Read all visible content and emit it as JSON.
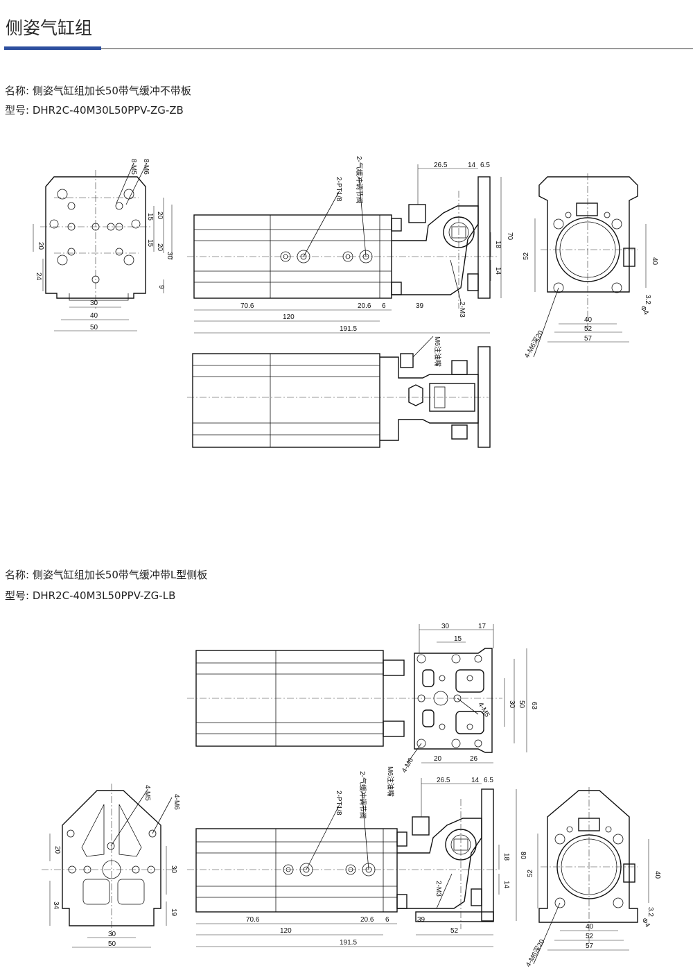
{
  "page": {
    "title": "侧姿气缸组"
  },
  "sections": [
    {
      "name_line": "名称: 侧姿气缸组加长50带气缓冲不带板",
      "model_line": "型号: DHR2C-40M30L50PPV-ZG-ZB",
      "front": {
        "dims": [
          "30",
          "40",
          "50",
          "20",
          "24",
          "15",
          "20",
          "15",
          "20",
          "30",
          "9"
        ],
        "labels": [
          "8-M5",
          "8-M6"
        ]
      },
      "side": {
        "dims": [
          "26.5",
          "14",
          "6.5",
          "70",
          "18",
          "14",
          "70.6",
          "20.6",
          "6",
          "39",
          "120",
          "191.5"
        ],
        "labels": [
          "2-PT1/8",
          "2-气缓冲调节阀",
          "2-M3"
        ]
      },
      "end": {
        "dims": [
          "52",
          "40",
          "3.2",
          "40",
          "52",
          "57"
        ],
        "labels": [
          "4-M6深20",
          "Φ4"
        ]
      },
      "top": {
        "labels": [
          "M6注油嘴"
        ]
      }
    },
    {
      "name_line": "名称: 侧姿气缸组加长50带气缓冲带L型侧板",
      "model_line": "型号: DHR2C-40M3L50PPV-ZG-LB",
      "plan": {
        "dims": [
          "30",
          "17",
          "15",
          "30",
          "50",
          "63",
          "20",
          "26"
        ],
        "labels": [
          "4-M5",
          "4-M6",
          "M6注油嘴"
        ]
      },
      "front": {
        "dims": [
          "20",
          "30",
          "34",
          "19",
          "30",
          "50"
        ],
        "labels": [
          "4-M5",
          "4-M6"
        ]
      },
      "side": {
        "dims": [
          "26.5",
          "14",
          "6.5",
          "80",
          "18",
          "14",
          "70.6",
          "20.6",
          "6",
          "39",
          "52",
          "120",
          "191.5"
        ],
        "labels": [
          "2-PT1/8",
          "2-气缓冲调节阀",
          "2-M3"
        ]
      },
      "end": {
        "dims": [
          "52",
          "40",
          "3.2",
          "40",
          "52",
          "57"
        ],
        "labels": [
          "4-M6深20",
          "Φ4"
        ]
      }
    }
  ]
}
